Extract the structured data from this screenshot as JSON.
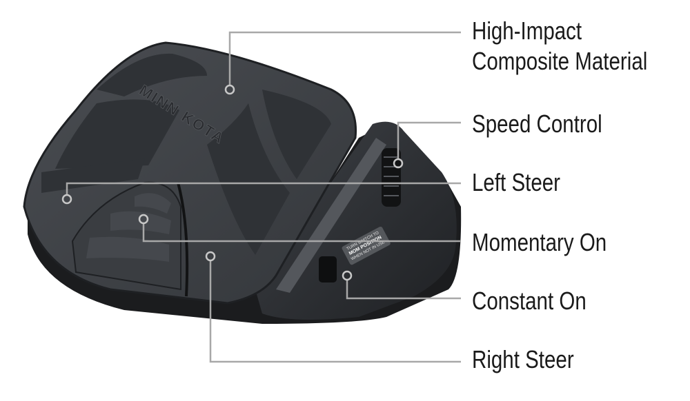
{
  "product": {
    "brand": "MINN KOTA",
    "sticker": [
      "TURN SWITCH TO",
      "MOM POSITION",
      "WHEN NOT IN USE"
    ]
  },
  "callouts": [
    {
      "id": "material",
      "lines": [
        "High-Impact",
        "Composite Material"
      ]
    },
    {
      "id": "speed",
      "lines": [
        "Speed Control"
      ]
    },
    {
      "id": "left",
      "lines": [
        "Left Steer"
      ]
    },
    {
      "id": "momentary",
      "lines": [
        "Momentary On"
      ]
    },
    {
      "id": "constant",
      "lines": [
        "Constant On"
      ]
    },
    {
      "id": "right",
      "lines": [
        "Right Steer"
      ]
    }
  ],
  "colors": {
    "line": "#a8a8a8",
    "text": "#1a1a1a",
    "body": "#2e3033",
    "pad": "#3c3f43"
  }
}
